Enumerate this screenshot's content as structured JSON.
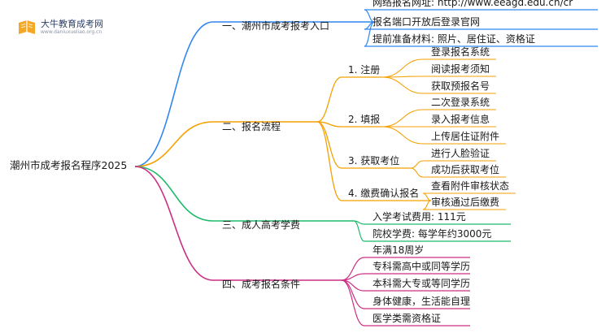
{
  "logo": {
    "title": "大牛教育成考网",
    "url": "www.daniuxueliao.org.cn",
    "icon": "book-icon"
  },
  "mindmap": {
    "root": "潮州市成考报名程序2025",
    "branches": [
      {
        "label": "一、潮州市成考报考入口",
        "color": "#2f86f0",
        "children": [
          {
            "label": "网络报名网址: http://www.eeagd.edu.cn/cr"
          },
          {
            "label": "报名端口开放后登录官网"
          },
          {
            "label": "提前准备材料: 照片、居住证、资格证"
          }
        ]
      },
      {
        "label": "二、报名流程",
        "color": "#f4a100",
        "children": [
          {
            "label": "1. 注册",
            "children": [
              "登录报名系统",
              "阅读报考须知",
              "获取预报名号"
            ]
          },
          {
            "label": "2. 填报",
            "children": [
              "二次登录系统",
              "录入报考信息",
              "上传居住证附件"
            ]
          },
          {
            "label": "3. 获取考位",
            "children": [
              "进行人脸验证",
              "成功后获取考位"
            ]
          },
          {
            "label": "4. 缴费确认报名",
            "children": [
              "查看附件审核状态",
              "审核通过后缴费"
            ]
          }
        ]
      },
      {
        "label": "三、成人高考学费",
        "color": "#1dbb6a",
        "children": [
          {
            "label": "入学考试费用: 111元"
          },
          {
            "label": "院校学费: 每学年约3000元"
          }
        ]
      },
      {
        "label": "四、成考报名条件",
        "color": "#cc2e82",
        "children": [
          {
            "label": "年满18周岁"
          },
          {
            "label": "专科需高中或同等学历"
          },
          {
            "label": "本科需大专或等同学历"
          },
          {
            "label": "身体健康，生活能自理"
          },
          {
            "label": "医学类需资格证"
          }
        ]
      }
    ]
  }
}
